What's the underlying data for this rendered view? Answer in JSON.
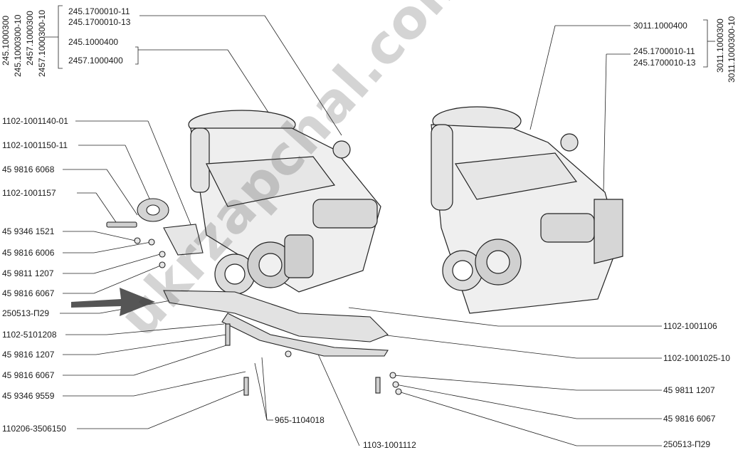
{
  "watermark": "ukrzapchal.com.ua",
  "top_left": {
    "vertical_codes": [
      "245.1000300",
      "245.1000300-10",
      "2457.1000300",
      "2457.1000300-10"
    ],
    "labels": [
      "245.1700010-11",
      "245.1700010-13",
      "245.1000400",
      "2457.1000400"
    ]
  },
  "top_right": {
    "labels": [
      "3011.1000400",
      "245.1700010-11",
      "245.1700010-13"
    ],
    "vertical_codes": [
      "3011.1000300",
      "3011.1000300-10"
    ]
  },
  "left_labels": [
    "1102-1001140-01",
    "1102-1001150-11",
    "45 9816 6068",
    "1102-1001157",
    "45 9346 1521",
    "45 9816 6006",
    "45 9811 1207",
    "45 9816 6067",
    "250513-П29",
    "1102-5101208",
    "45 9816 1207",
    "45 9816 6067",
    "45 9346 9559",
    "110206-3506150"
  ],
  "right_labels": [
    "1102-1001106",
    "1102-1001025-10",
    "45 9811 1207",
    "45 9816 6067",
    "250513-П29"
  ],
  "bottom_labels": [
    "965-1104018",
    "1103-1001112"
  ]
}
